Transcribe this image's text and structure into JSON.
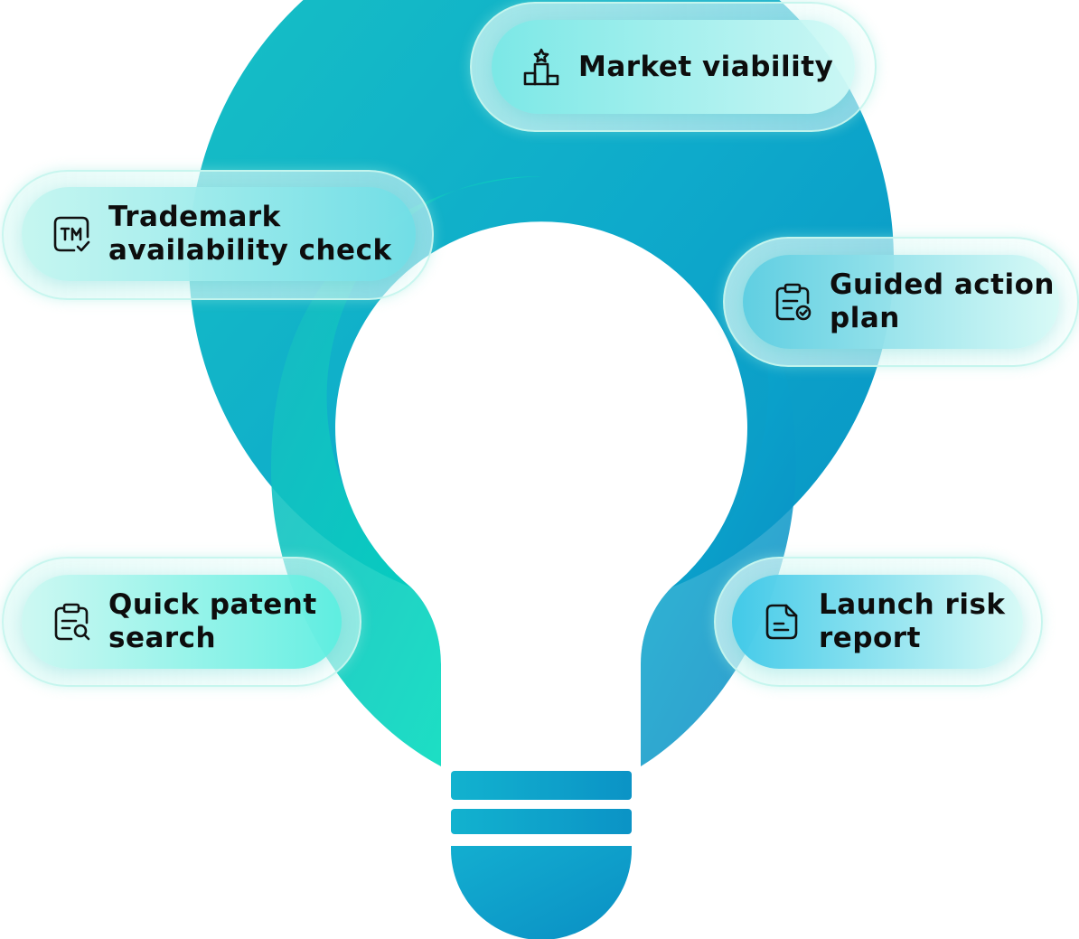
{
  "features": [
    {
      "id": "market",
      "label": "Market viability",
      "icon": "podium-star-icon"
    },
    {
      "id": "trademark",
      "label": "Trademark\navailability check",
      "icon": "trademark-check-icon"
    },
    {
      "id": "guided",
      "label": "Guided action\nplan",
      "icon": "clipboard-check-icon"
    },
    {
      "id": "patent",
      "label": "Quick patent\nsearch",
      "icon": "clipboard-search-icon"
    },
    {
      "id": "launch",
      "label": "Launch risk\nreport",
      "icon": "document-icon"
    }
  ],
  "colors": {
    "teal_light": "#00E0BE",
    "teal": "#13BFC5",
    "blue": "#0597C8",
    "blue_dark": "#0E86C0",
    "text": "#0D0D0D"
  }
}
